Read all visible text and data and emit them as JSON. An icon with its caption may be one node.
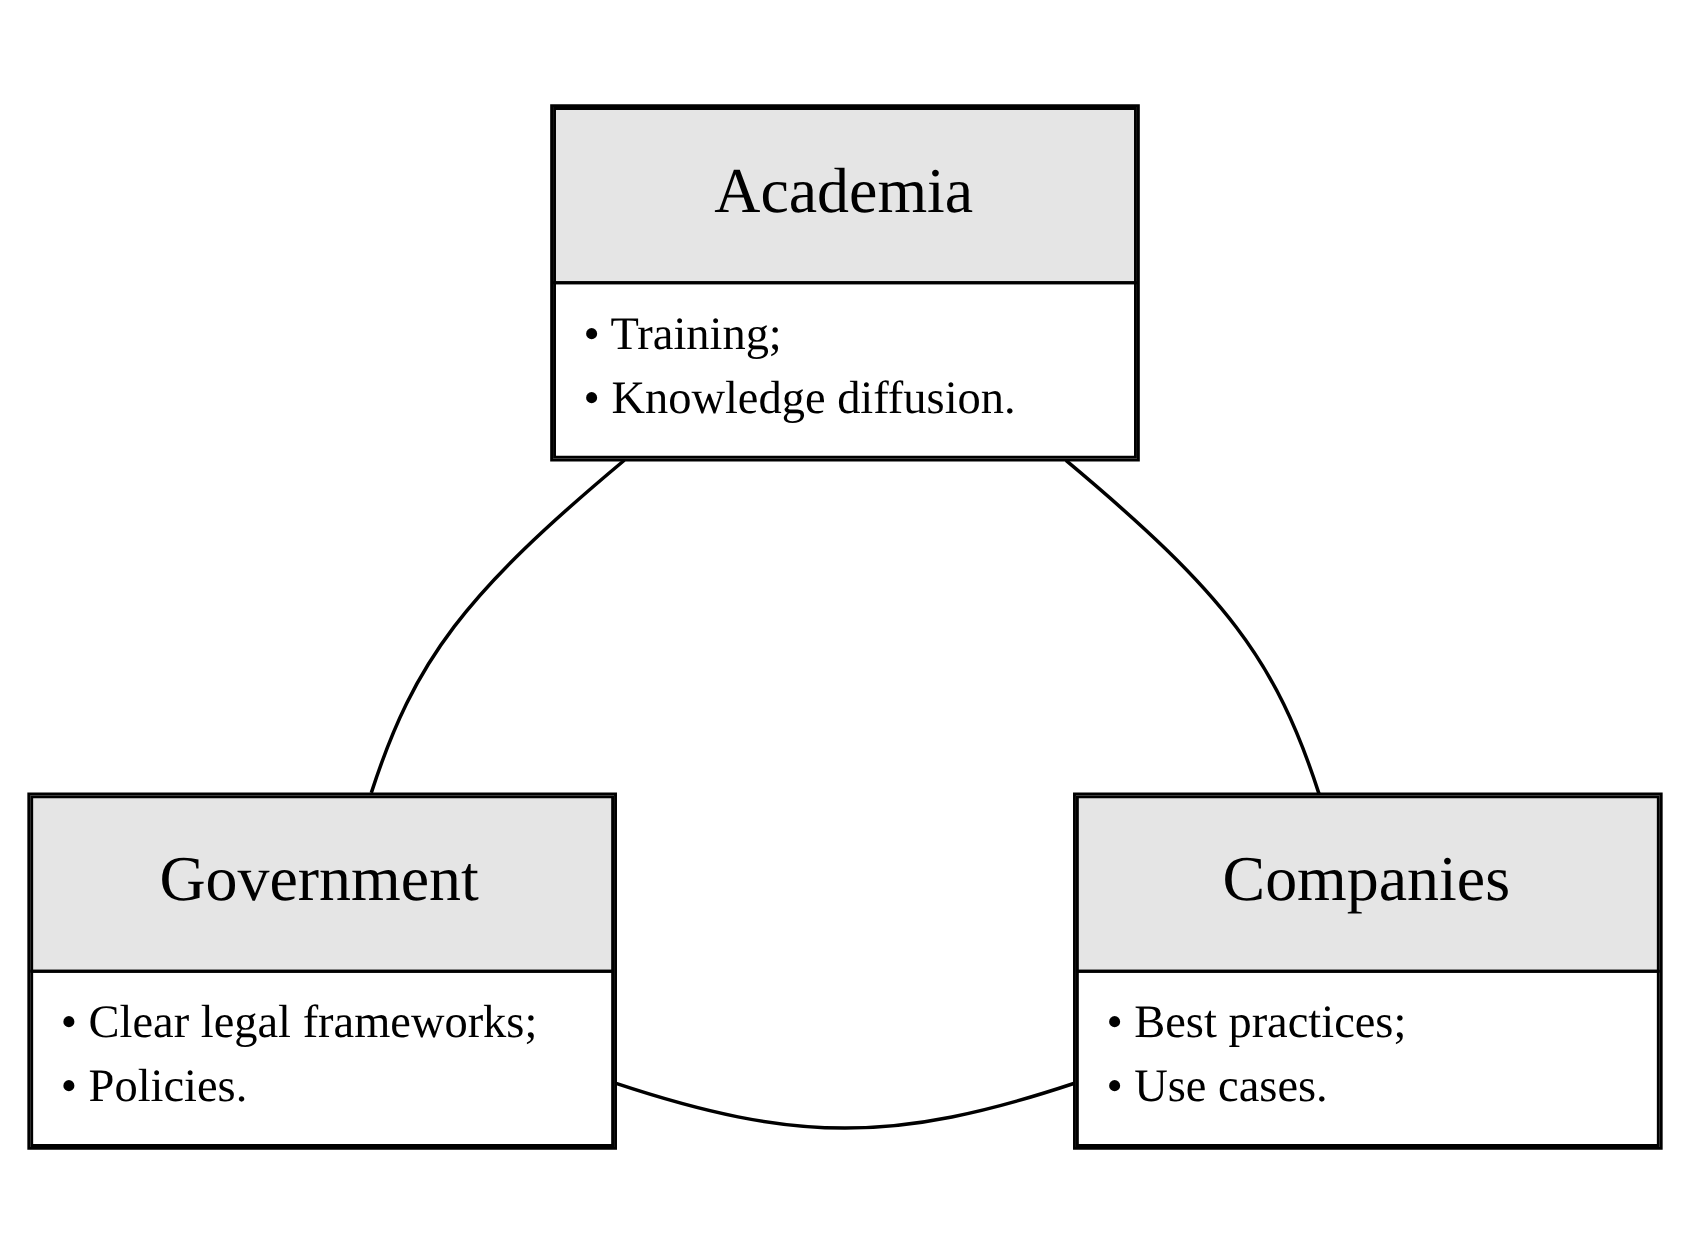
{
  "diagram": {
    "nodes": [
      {
        "text": [
          "Academia",
          "• Training;",
          "• Knowledge diffusion."
        ]
      },
      {
        "text": [
          "Government",
          "• Clear legal frameworks;",
          "• Policies."
        ]
      },
      {
        "text": [
          "Companies",
          "• Best practices;",
          "• Use cases."
        ]
      }
    ],
    "edges": [
      {
        "from": 1,
        "to": 0,
        "arrow": "none"
      },
      {
        "from": 0,
        "to": 2,
        "arrow": "none"
      },
      {
        "from": 1,
        "to": 2,
        "arrow": "none"
      }
    ]
  }
}
